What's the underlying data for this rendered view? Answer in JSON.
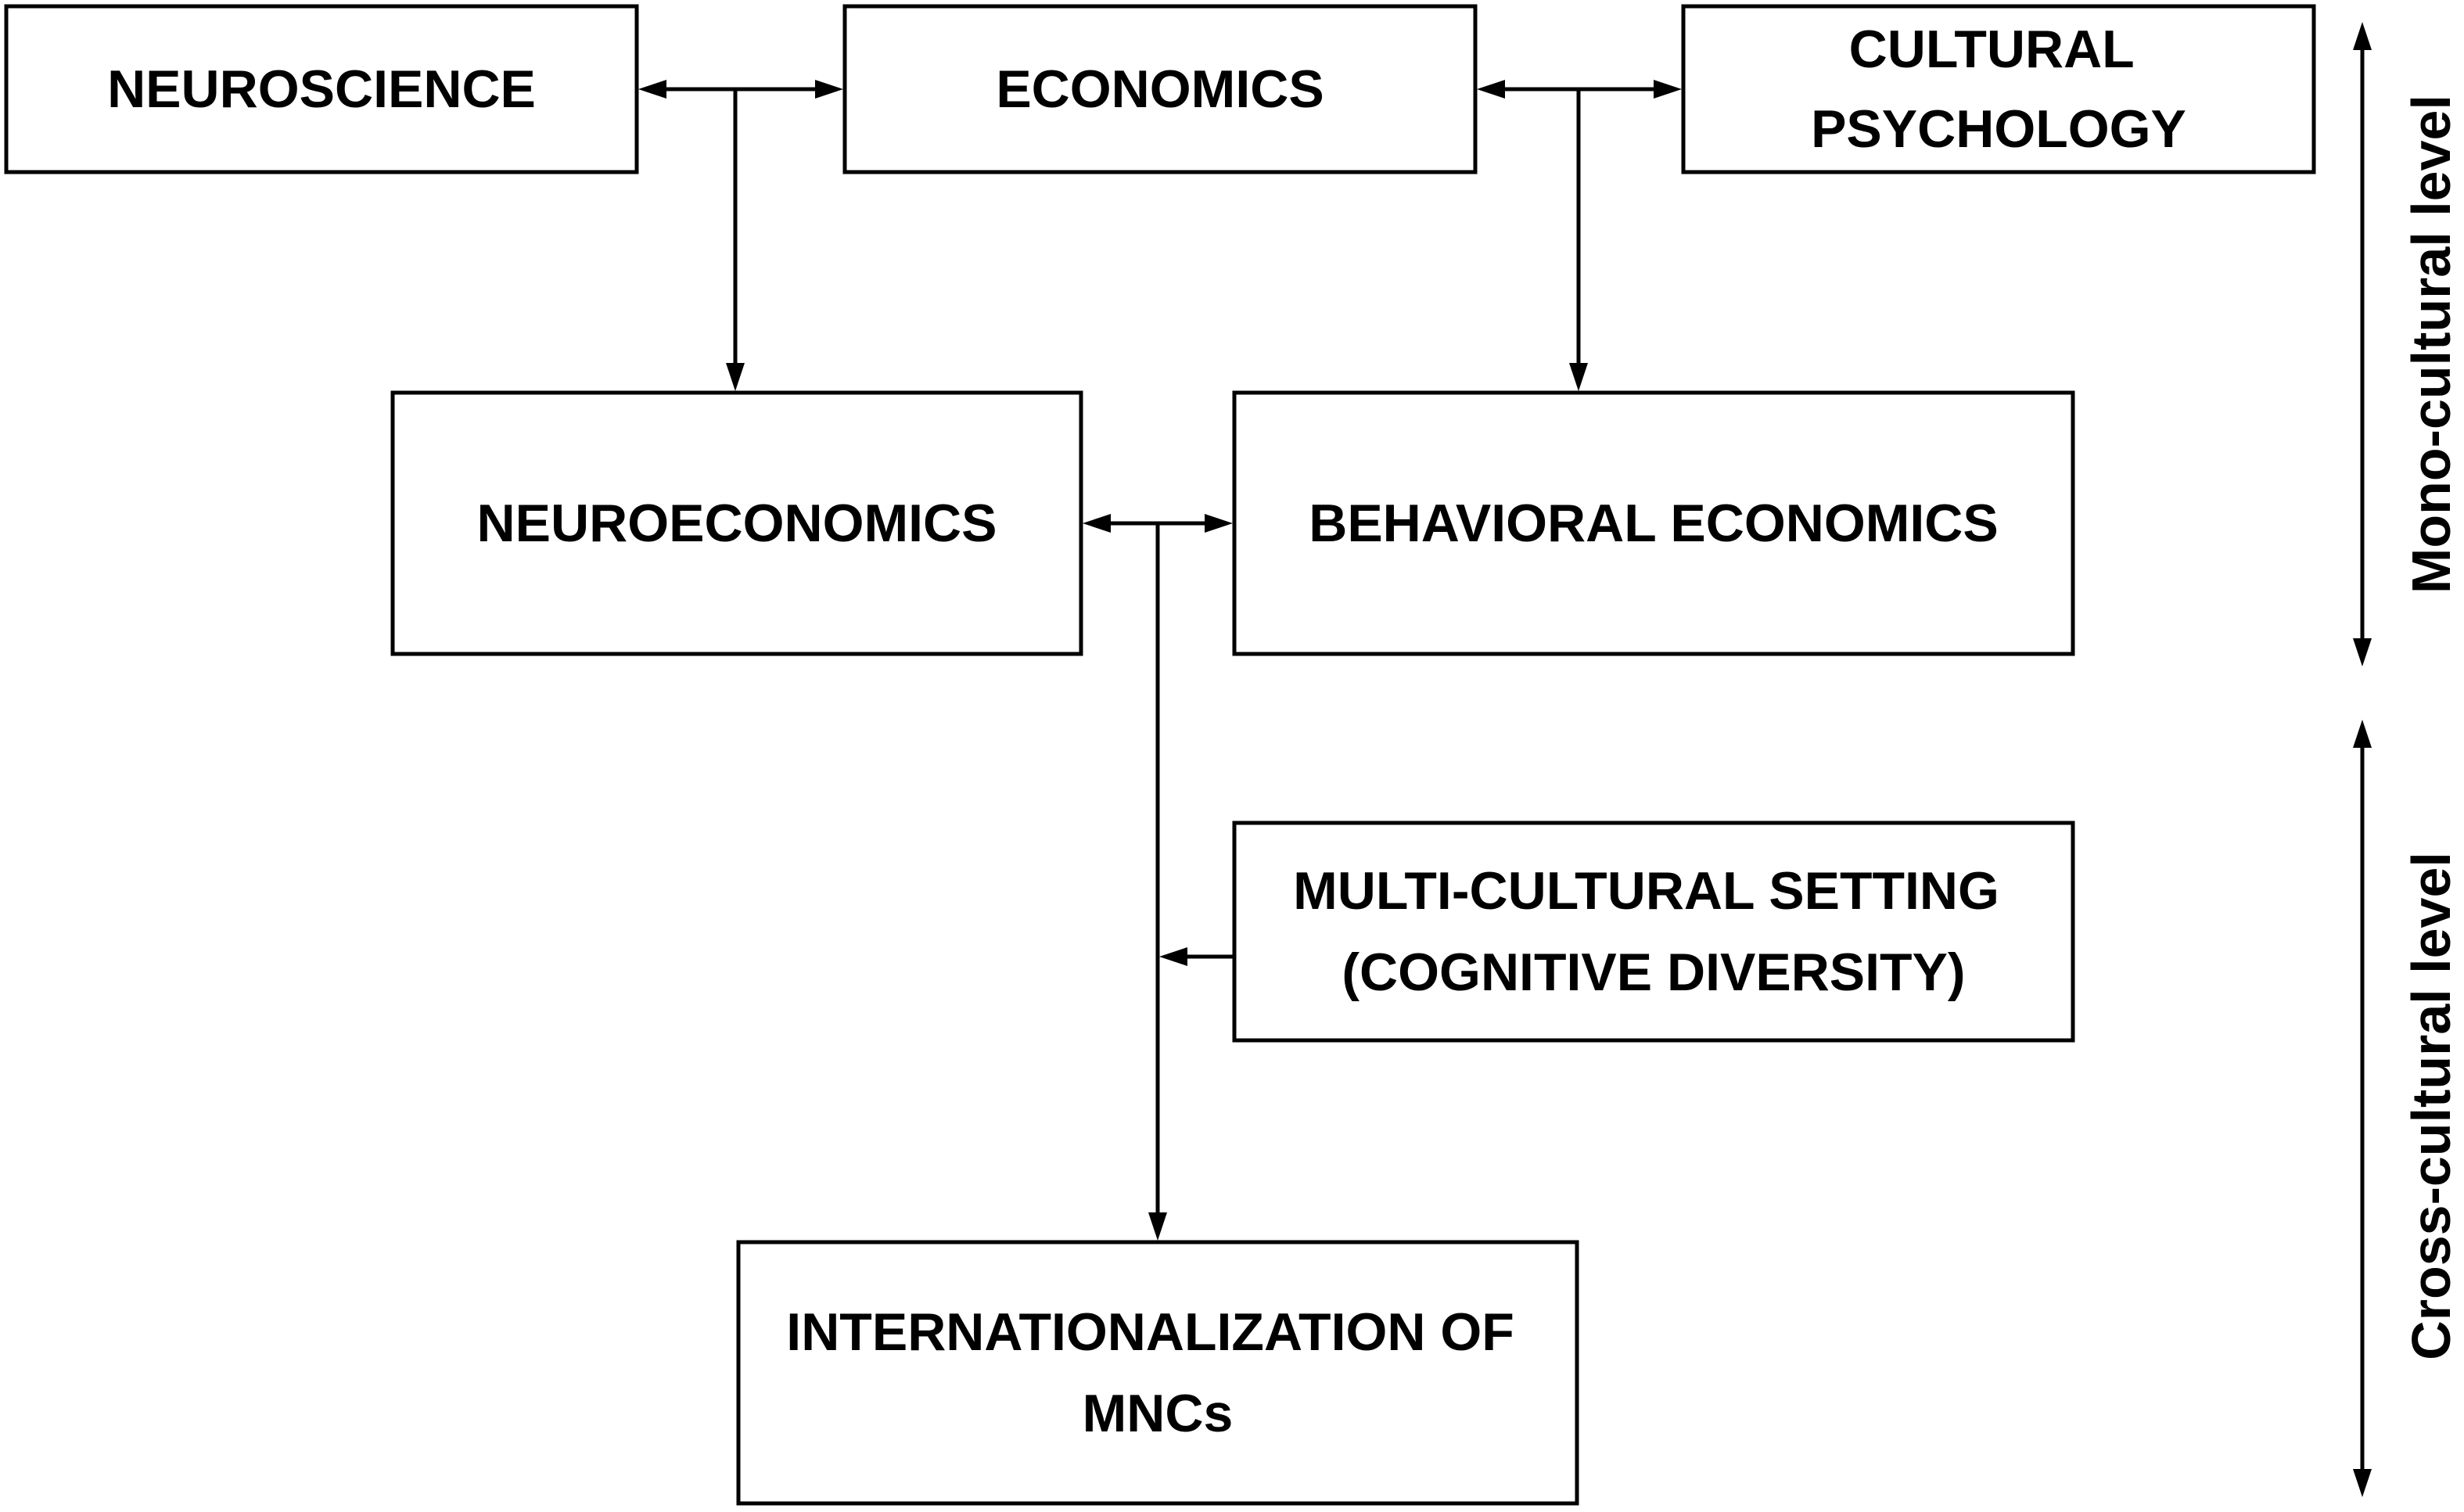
{
  "boxes": {
    "neuroscience": {
      "lines": [
        "NEUROSCIENCE"
      ]
    },
    "economics": {
      "lines": [
        "ECONOMICS"
      ]
    },
    "cultural_psychology": {
      "lines": [
        "CULTURAL",
        "PSYCHOLOGY"
      ]
    },
    "neuroeconomics": {
      "lines": [
        "NEUROECONOMICS"
      ]
    },
    "behavioral_economics": {
      "lines": [
        "BEHAVIORAL ECONOMICS"
      ]
    },
    "multicultural_setting": {
      "lines": [
        "MULTI-CULTURAL SETTING",
        "(COGNITIVE DIVERSITY)"
      ]
    },
    "internationalization": {
      "lines": [
        "INTERNATIONALIZATION OF",
        "MNCs"
      ]
    }
  },
  "levels": {
    "mono": "Mono-cultural level",
    "cross": "Cross-cultural level"
  },
  "colors": {
    "stroke": "#000000",
    "background": "#ffffff",
    "text": "#000000"
  }
}
